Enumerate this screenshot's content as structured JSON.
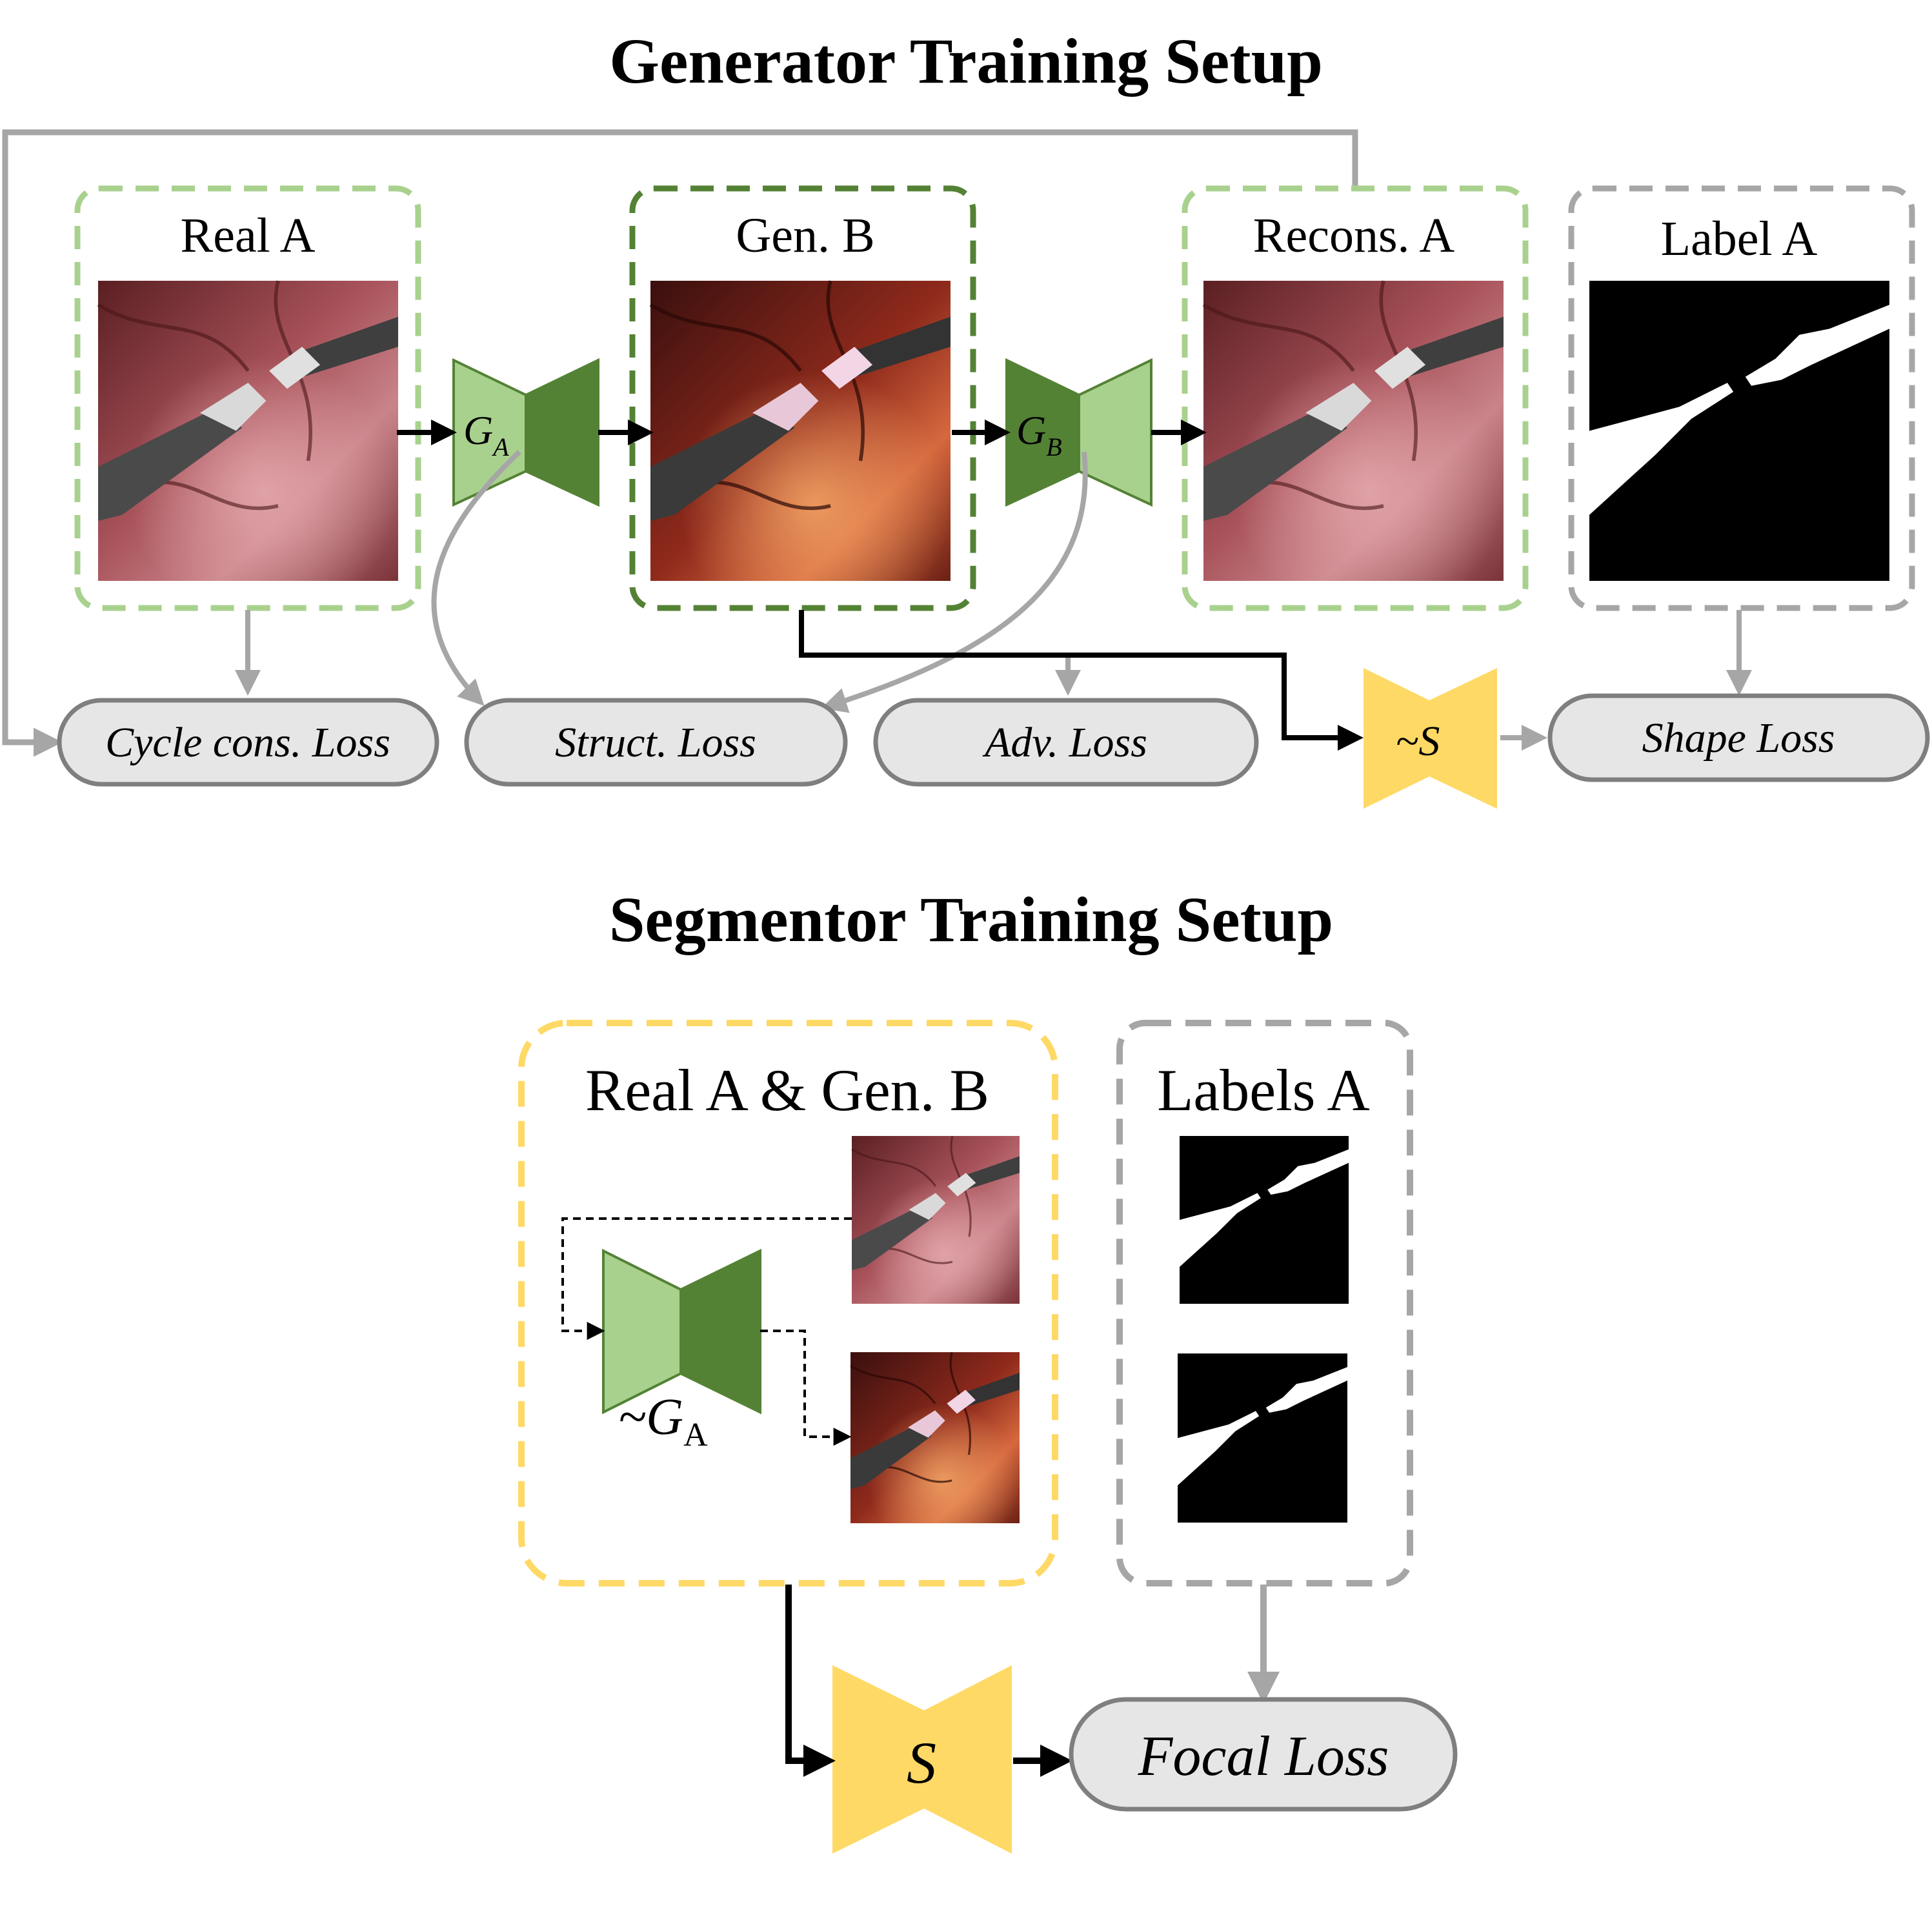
{
  "generator": {
    "title": "Generator Training Setup",
    "real_a": "Real A",
    "gen_b": "Gen. B",
    "recons_a": "Recons. A",
    "label_a": "Label A",
    "ga": "G",
    "ga_sub": "A",
    "gb": "G",
    "gb_sub": "B",
    "seg_copy": "~S",
    "cycle_loss": "Cycle cons. Loss",
    "struct_loss": "Struct. Loss",
    "adv_loss": "Adv. Loss",
    "shape_loss": "Shape Loss"
  },
  "segmentor": {
    "title": "Segmentor Training Setup",
    "images": "Real A & Gen. B",
    "labels": "Labels A",
    "ga_copy": "~G",
    "ga_copy_sub": "A",
    "seg": "S",
    "focal_loss": "Focal Loss"
  },
  "colors": {
    "light_green": "#a9d18e",
    "dark_green": "#548235",
    "yellow": "#ffd966",
    "gray_box": "#a6a6a6",
    "loss_fill": "#e7e6e6",
    "loss_stroke": "#7f7f7f"
  },
  "icons": {
    "surgical_photo": "surgical-scene-image",
    "mask": "binary-segmentation-mask"
  }
}
